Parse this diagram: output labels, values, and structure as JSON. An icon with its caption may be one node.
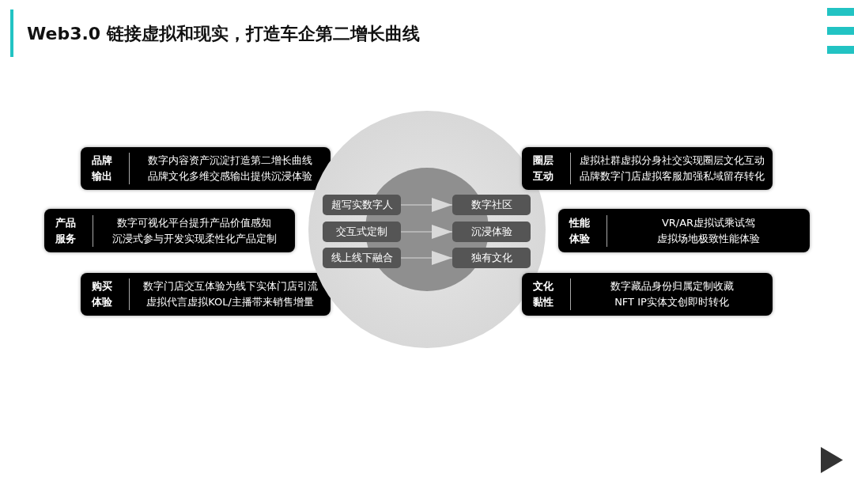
{
  "diagram": {
    "title": "Web3.0  链接虚拟和现实，打造车企第二增长曲线",
    "nodes": [
      {
        "text": [
          "品牌输出",
          "数字内容资产沉淀打造第二增长曲线",
          "品牌文化多维交感输出提供沉浸体验"
        ]
      },
      {
        "text": [
          "产品服务",
          "数字可视化平台提升产品价值感知",
          "沉浸式参与开发实现柔性化产品定制"
        ]
      },
      {
        "text": [
          "购买体验",
          "数字门店交互体验为线下实体门店引流",
          "虚拟代言虚拟KOL/主播带来销售增量"
        ]
      },
      {
        "text": [],
        "shape": "circle"
      },
      {
        "text": [
          "超写实数字人"
        ],
        "in": 3
      },
      {
        "text": [
          "交互式定制"
        ],
        "in": 3
      },
      {
        "text": [
          "线上线下融合"
        ],
        "in": 3
      },
      {
        "text": [
          "数字社区"
        ],
        "in": 3
      },
      {
        "text": [
          "沉浸体验"
        ],
        "in": 3
      },
      {
        "text": [
          "独有文化"
        ],
        "in": 3
      },
      {
        "text": [
          "圈层互动",
          "虚拟社群虚拟分身社交实现圈层文化互动",
          "品牌数字门店虚拟客服加强私域留存转化"
        ]
      },
      {
        "text": [
          "性能体验",
          "VR/AR虚拟试乘试驾",
          "虚拟场地极致性能体验"
        ]
      },
      {
        "text": [
          "文化黏性",
          "数字藏品身份归属定制收藏",
          "NFT IP实体文创即时转化"
        ]
      }
    ],
    "edges": [
      {
        "from": 4,
        "to": 7,
        "arrow": "to"
      },
      {
        "from": 5,
        "to": 8,
        "arrow": "to"
      },
      {
        "from": 6,
        "to": 9,
        "arrow": "to"
      }
    ]
  }
}
